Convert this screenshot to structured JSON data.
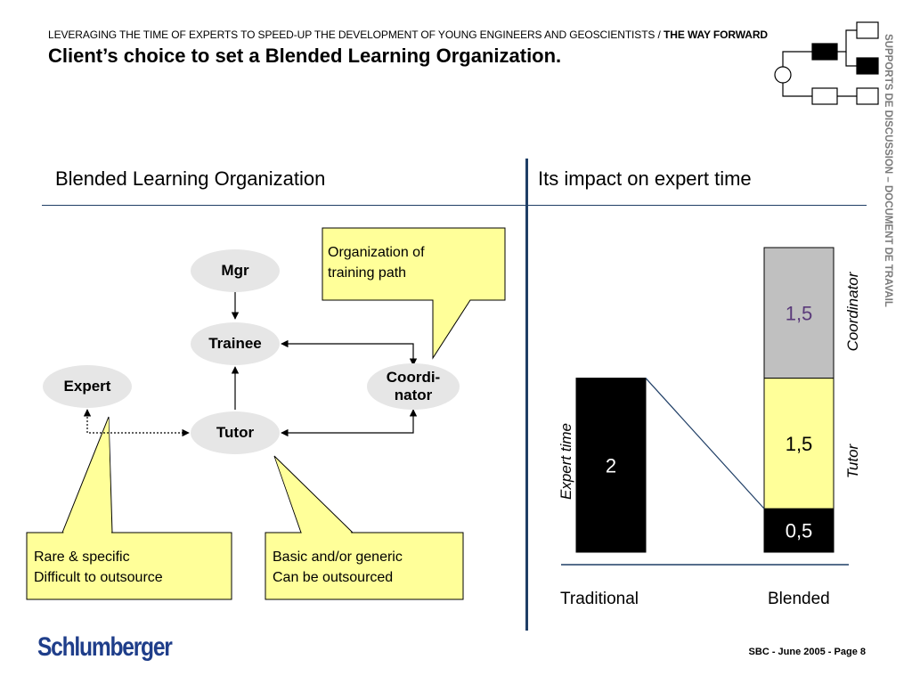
{
  "header": {
    "subtitle": "LEVERAGING THE TIME OF EXPERTS TO SPEED-UP THE DEVELOPMENT OF YOUNG ENGINEERS AND GEOSCIENTISTS / ",
    "subtitle_bold": "THE WAY FORWARD",
    "title": "Client’s choice to set a Blended Learning Organization."
  },
  "side_text": "SUPPORTS DE DISCUSSION – DOCUMENT DE TRAVAIL",
  "left_section": {
    "heading": "Blended Learning Organization",
    "nodes": {
      "mgr": "Mgr",
      "trainee": "Trainee",
      "expert": "Expert",
      "tutor": "Tutor",
      "coordinator_line1": "Coordi-",
      "coordinator_line2": "nator"
    },
    "callouts": {
      "organization_line1": "Organization of",
      "organization_line2": "training path",
      "rare_line1": "Rare & specific",
      "rare_line2": "Difficult to outsource",
      "basic_line1": "Basic and/or generic",
      "basic_line2": "Can be outsourced"
    }
  },
  "right_section": {
    "heading": "Its impact on expert time",
    "colors": {
      "traditional": "#000000",
      "expert": "#000000",
      "tutor": "#ffff99",
      "coordinator": "#c0c0c0",
      "coordinator_label": "#5a3a7a",
      "line": "#1f3e66"
    }
  },
  "chart_data": {
    "type": "bar",
    "stacked": true,
    "categories": [
      "Traditional",
      "Blended"
    ],
    "series": [
      {
        "name": "Expert time",
        "values": [
          2,
          0.5
        ],
        "labels": [
          "2",
          "0,5"
        ]
      },
      {
        "name": "Tutor",
        "values": [
          0,
          1.5
        ],
        "labels": [
          "",
          "1,5"
        ]
      },
      {
        "name": "Coordinator",
        "values": [
          0,
          1.5
        ],
        "labels": [
          "",
          "1,5"
        ]
      }
    ],
    "ylim": [
      0,
      3.5
    ],
    "grid": false
  },
  "footer": {
    "logo": "Schlumberger",
    "page": "SBC - June 2005 - Page 8"
  }
}
